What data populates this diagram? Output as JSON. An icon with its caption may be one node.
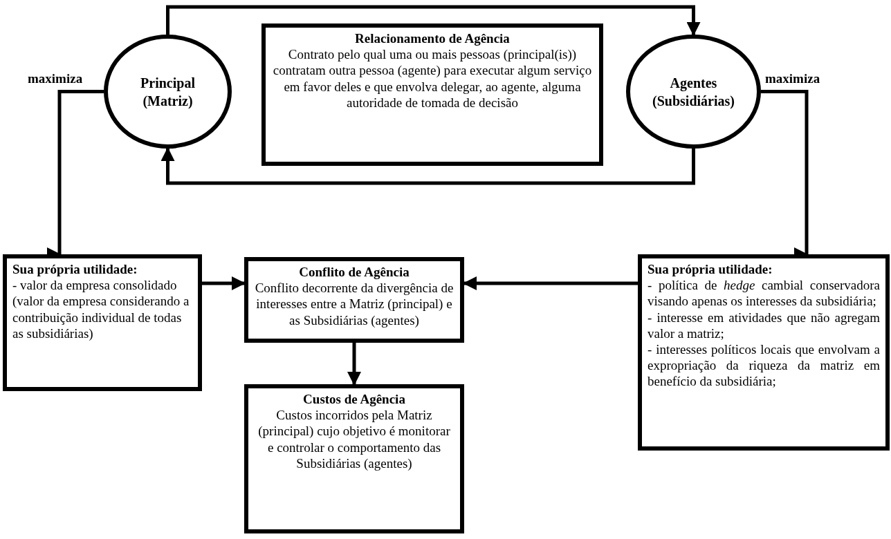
{
  "diagram": {
    "nodes": [
      {
        "text": [
          "Principal (Matriz)"
        ]
      },
      {
        "text": [
          "Relacionamento de Agência",
          "Contrato pelo qual uma ou mais pessoas (principal(is)) contratam outra pessoa (agente) para executar algum serviço em favor deles e que envolva delegar, ao agente, alguma autoridade de tomada de decisão"
        ]
      },
      {
        "text": [
          "Agentes (Subsidiárias)"
        ]
      },
      {
        "text": [
          "Sua própria utilidade:",
          "- valor da empresa consolidado (valor da empresa considerando a contribuição individual de todas as subsidiárias)"
        ]
      },
      {
        "text": [
          "Conflito de Agência",
          "Conflito decorrente da divergência de interesses entre a Matriz (principal) e as Subsidiárias (agentes)"
        ]
      },
      {
        "text": [
          "Sua própria utilidade:",
          "- política de *hedge* cambial conservadora visando apenas os interesses da subsidiária;",
          "- interesse em atividades que não agregam valor a matriz;",
          "- interesses políticos locais que envolvam a expropriação da riqueza da matriz em benefício da subsidiária;"
        ]
      },
      {
        "text": [
          "Custos de Agência",
          "Custos incorridos pela Matriz (principal) cujo objetivo é monitorar e controlar o comportamento das Subsidiárias (agentes)"
        ]
      }
    ],
    "edges": [
      {
        "from": 0,
        "to": 2,
        "arrow": "to"
      },
      {
        "from": 2,
        "to": 0,
        "arrow": "to"
      },
      {
        "from": 0,
        "to": 3,
        "arrow": "to",
        "label": "maximiza"
      },
      {
        "from": 2,
        "to": 5,
        "arrow": "to",
        "label": "maximiza"
      },
      {
        "from": 3,
        "to": 4,
        "arrow": "to"
      },
      {
        "from": 5,
        "to": 4,
        "arrow": "to"
      },
      {
        "from": 4,
        "to": 6,
        "arrow": "to"
      }
    ]
  }
}
